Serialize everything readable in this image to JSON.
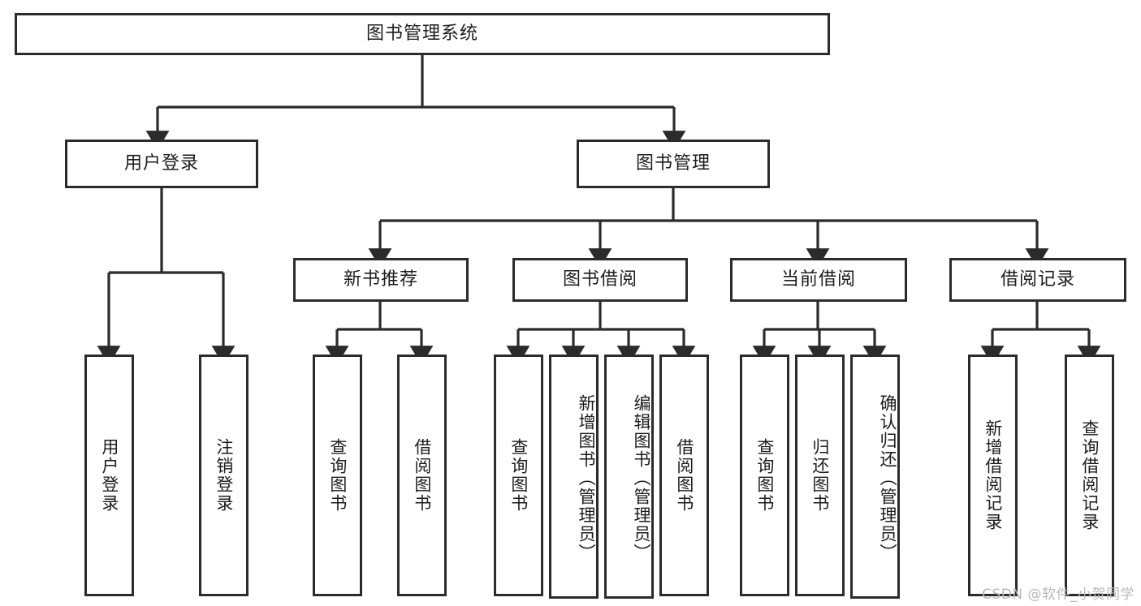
{
  "diagram": {
    "title_node": {
      "id": "root",
      "label": "图书管理系统"
    },
    "level2": [
      {
        "id": "user-login",
        "label": "用户登录"
      },
      {
        "id": "book-management",
        "label": "图书管理"
      }
    ],
    "level3": [
      {
        "id": "new-book-recommend",
        "label": "新书推荐"
      },
      {
        "id": "book-borrow",
        "label": "图书借阅"
      },
      {
        "id": "current-borrow",
        "label": "当前借阅"
      },
      {
        "id": "borrow-record",
        "label": "借阅记录"
      }
    ],
    "leaves": {
      "user_login": [
        {
          "id": "leaf-user-login",
          "label": "用户登录"
        },
        {
          "id": "leaf-logout-login",
          "label": "注销登录"
        }
      ],
      "new_book_recommend": [
        {
          "id": "leaf-query-book-1",
          "label": "查询图书"
        },
        {
          "id": "leaf-borrow-book-1",
          "label": "借阅图书"
        }
      ],
      "book_borrow": [
        {
          "id": "leaf-query-book-2",
          "label": "查询图书"
        },
        {
          "id": "leaf-add-book",
          "label": "新增图书（管理员）"
        },
        {
          "id": "leaf-edit-book",
          "label": "编辑图书（管理员）"
        },
        {
          "id": "leaf-borrow-book-2",
          "label": "借阅图书"
        }
      ],
      "current_borrow": [
        {
          "id": "leaf-query-book-3",
          "label": "查询图书"
        },
        {
          "id": "leaf-return-book",
          "label": "归还图书"
        },
        {
          "id": "leaf-confirm-return",
          "label": "确认归还（管理员）"
        }
      ],
      "borrow_record": [
        {
          "id": "leaf-add-record",
          "label": "新增借阅记录"
        },
        {
          "id": "leaf-query-record",
          "label": "查询借阅记录"
        }
      ]
    },
    "colors": {
      "stroke": "#2b2b2b",
      "fill": "#ffffff",
      "text": "#1c1c1c",
      "watermark": "#b9b9b9"
    }
  },
  "watermark": {
    "text": "CSDN @软件_小贺同学"
  }
}
